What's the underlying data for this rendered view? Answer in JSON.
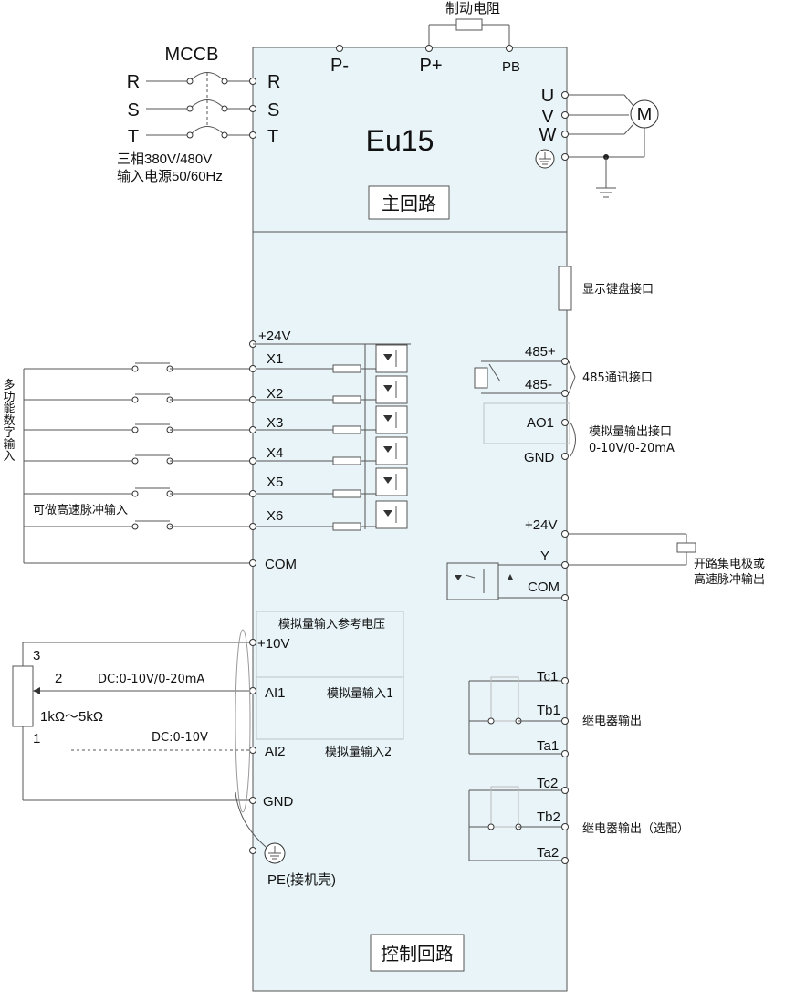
{
  "brake_resistor_label": "制动电阻",
  "breaker_label": "MCCB",
  "power_phases": [
    "R",
    "S",
    "T"
  ],
  "power_input_line1": "三相380V/480V",
  "power_input_line2": "输入电源50/60Hz",
  "top_terminals": [
    "P-",
    "P+",
    "PB"
  ],
  "model": "Eu15",
  "main_circuit_label": "主回路",
  "output_terminals": [
    "U",
    "V",
    "W"
  ],
  "motor_label": "M",
  "keypad_interface_label": "显示键盘接口",
  "supply_24v": "+24V",
  "digital_inputs": [
    "X1",
    "X2",
    "X3",
    "X4",
    "X5",
    "X6"
  ],
  "com_label": "COM",
  "multi_digital_input_label": "多功能数字输入",
  "high_speed_pulse_input_label": "可做高速脉冲输入",
  "rs485_plus": "485+",
  "rs485_minus": "485-",
  "rs485_label": "485通讯接口",
  "analog_out_terminal": "AO1",
  "gnd_label": "GND",
  "analog_out_label": "模拟量输出接口",
  "analog_out_range": "0-10V/0-20mA",
  "y_terminal": "Y",
  "open_collector_label1": "开路集电极或",
  "open_collector_label2": "高速脉冲输出",
  "analog_ref_label": "模拟量输入参考电压",
  "ref_10v": "+10V",
  "ai1_terminal": "AI1",
  "ai1_label": "模拟量输入1",
  "ai2_terminal": "AI2",
  "ai2_label": "模拟量输入2",
  "ai1_signal": "DC:0-10V/0-20mA",
  "ai2_signal": "DC:0-10V",
  "pot_pins": [
    "3",
    "2",
    "1"
  ],
  "pot_range": "1kΩ～5kΩ",
  "pe_label": "PE(接机壳)",
  "relay1_terminals": [
    "Tc1",
    "Tb1",
    "Ta1"
  ],
  "relay1_label": "继电器输出",
  "relay2_terminals": [
    "Tc2",
    "Tb2",
    "Ta2"
  ],
  "relay2_label": "继电器输出（选配）",
  "control_circuit_label": "控制回路",
  "colors": {
    "panel_fill": "#e8f4f8",
    "panel_stroke": "#555555",
    "line": "#555555"
  }
}
